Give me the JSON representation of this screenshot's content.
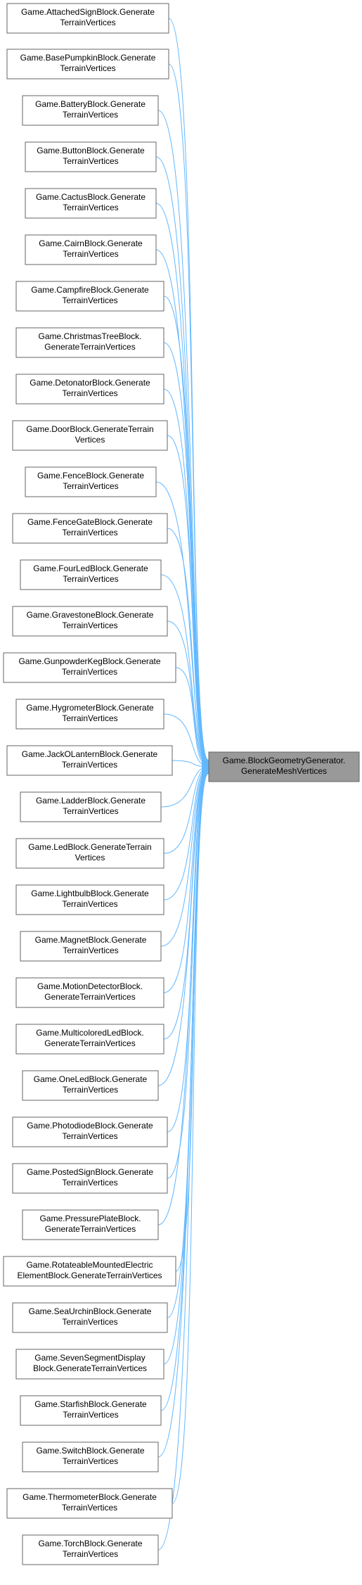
{
  "diagram": {
    "target": {
      "lines": [
        "Game.BlockGeometryGenerator.",
        "GenerateMeshVertices"
      ]
    },
    "callers": [
      {
        "lines": [
          "Game.AttachedSignBlock.Generate",
          "TerrainVertices"
        ]
      },
      {
        "lines": [
          "Game.BasePumpkinBlock.Generate",
          "TerrainVertices"
        ]
      },
      {
        "lines": [
          "Game.BatteryBlock.Generate",
          "TerrainVertices"
        ]
      },
      {
        "lines": [
          "Game.ButtonBlock.Generate",
          "TerrainVertices"
        ]
      },
      {
        "lines": [
          "Game.CactusBlock.Generate",
          "TerrainVertices"
        ]
      },
      {
        "lines": [
          "Game.CairnBlock.Generate",
          "TerrainVertices"
        ]
      },
      {
        "lines": [
          "Game.CampfireBlock.Generate",
          "TerrainVertices"
        ]
      },
      {
        "lines": [
          "Game.ChristmasTreeBlock.",
          "GenerateTerrainVertices"
        ]
      },
      {
        "lines": [
          "Game.DetonatorBlock.Generate",
          "TerrainVertices"
        ]
      },
      {
        "lines": [
          "Game.DoorBlock.GenerateTerrain",
          "Vertices"
        ]
      },
      {
        "lines": [
          "Game.FenceBlock.Generate",
          "TerrainVertices"
        ]
      },
      {
        "lines": [
          "Game.FenceGateBlock.Generate",
          "TerrainVertices"
        ]
      },
      {
        "lines": [
          "Game.FourLedBlock.Generate",
          "TerrainVertices"
        ]
      },
      {
        "lines": [
          "Game.GravestoneBlock.Generate",
          "TerrainVertices"
        ]
      },
      {
        "lines": [
          "Game.GunpowderKegBlock.Generate",
          "TerrainVertices"
        ]
      },
      {
        "lines": [
          "Game.HygrometerBlock.Generate",
          "TerrainVertices"
        ]
      },
      {
        "lines": [
          "Game.JackOLanternBlock.Generate",
          "TerrainVertices"
        ]
      },
      {
        "lines": [
          "Game.LadderBlock.Generate",
          "TerrainVertices"
        ]
      },
      {
        "lines": [
          "Game.LedBlock.GenerateTerrain",
          "Vertices"
        ]
      },
      {
        "lines": [
          "Game.LightbulbBlock.Generate",
          "TerrainVertices"
        ]
      },
      {
        "lines": [
          "Game.MagnetBlock.Generate",
          "TerrainVertices"
        ]
      },
      {
        "lines": [
          "Game.MotionDetectorBlock.",
          "GenerateTerrainVertices"
        ]
      },
      {
        "lines": [
          "Game.MulticoloredLedBlock.",
          "GenerateTerrainVertices"
        ]
      },
      {
        "lines": [
          "Game.OneLedBlock.Generate",
          "TerrainVertices"
        ]
      },
      {
        "lines": [
          "Game.PhotodiodeBlock.Generate",
          "TerrainVertices"
        ]
      },
      {
        "lines": [
          "Game.PostedSignBlock.Generate",
          "TerrainVertices"
        ]
      },
      {
        "lines": [
          "Game.PressurePlateBlock.",
          "GenerateTerrainVertices"
        ]
      },
      {
        "lines": [
          "Game.RotateableMountedElectric",
          "ElementBlock.GenerateTerrainVertices"
        ]
      },
      {
        "lines": [
          "Game.SeaUrchinBlock.Generate",
          "TerrainVertices"
        ]
      },
      {
        "lines": [
          "Game.SevenSegmentDisplay",
          "Block.GenerateTerrainVertices"
        ]
      },
      {
        "lines": [
          "Game.StarfishBlock.Generate",
          "TerrainVertices"
        ]
      },
      {
        "lines": [
          "Game.SwitchBlock.Generate",
          "TerrainVertices"
        ]
      },
      {
        "lines": [
          "Game.ThermometerBlock.Generate",
          "TerrainVertices"
        ]
      },
      {
        "lines": [
          "Game.TorchBlock.Generate",
          "TerrainVertices"
        ]
      }
    ],
    "colors": {
      "edge": "#63b8ff",
      "node_border": "#666666",
      "node_fill": "#ffffff",
      "target_fill": "#999999",
      "text": "#000000"
    }
  }
}
